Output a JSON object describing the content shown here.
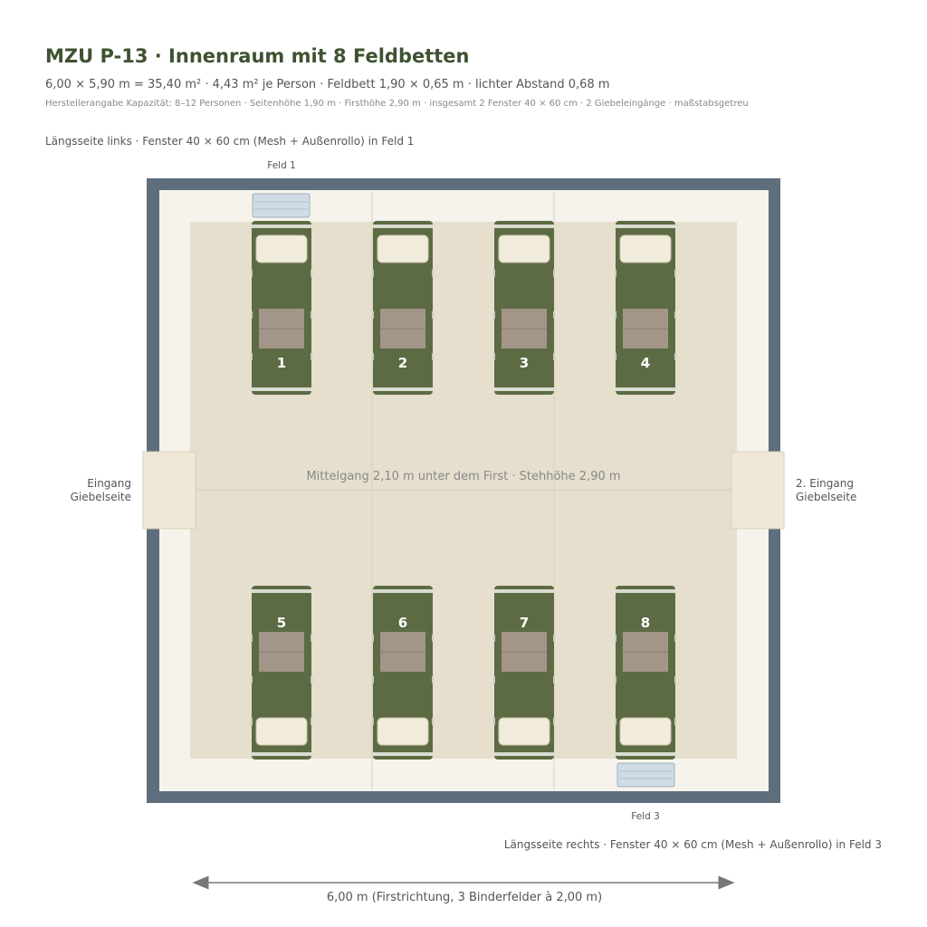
{
  "header": {
    "title": "MZU P-13 · Innenraum mit 8 Feldbetten",
    "subtitle": "6,00 × 5,90 m = 35,40 m² · 4,43 m² je Person · Feldbett 1,90 × 0,65 m · lichter Abstand 0,68 m",
    "note": "Herstellerangabe Kapazität: 8–12 Personen · Seitenhöhe 1,90 m · Firsthöhe 2,90 m · insgesamt 2 Fenster 40 × 60 cm · 2 Giebeleingänge · maßstabsgetreu"
  },
  "sides": {
    "left_long": "Längsseite links · Fenster 40 × 60 cm (Mesh + Außenrollo) in Feld 1",
    "right_long": "Längsseite rechts · Fenster 40 × 60 cm (Mesh + Außenrollo) in Feld 3"
  },
  "fields": {
    "top": "Feld 1",
    "bottom": "Feld 3"
  },
  "entrances": {
    "left_line1": "Eingang",
    "left_line2": "Giebelseite",
    "right_line1": "2. Eingang",
    "right_line2": "Giebelseite"
  },
  "aisle": "Mittelgang 2,10 m unter dem First · Stehhöhe 2,90 m",
  "dimension": "6,00 m (Firstrichtung, 3 Binderfelder à 2,00 m)",
  "cots": [
    {
      "number": "1",
      "row": "top"
    },
    {
      "number": "2",
      "row": "top"
    },
    {
      "number": "3",
      "row": "top"
    },
    {
      "number": "4",
      "row": "top"
    },
    {
      "number": "5",
      "row": "bottom"
    },
    {
      "number": "6",
      "row": "bottom"
    },
    {
      "number": "7",
      "row": "bottom"
    },
    {
      "number": "8",
      "row": "bottom"
    }
  ],
  "colors": {
    "tent_wall": "#5e6e7d",
    "interior": "#f5f3eb",
    "floor_zone": "#e6dfcd",
    "cot_frame": "#5c6b43",
    "cot_blanket": "#a39587",
    "pillow": "#f2ecdc",
    "window": "#cfdbe5",
    "entrance": "#efe8d6",
    "title": "#3e5230"
  }
}
